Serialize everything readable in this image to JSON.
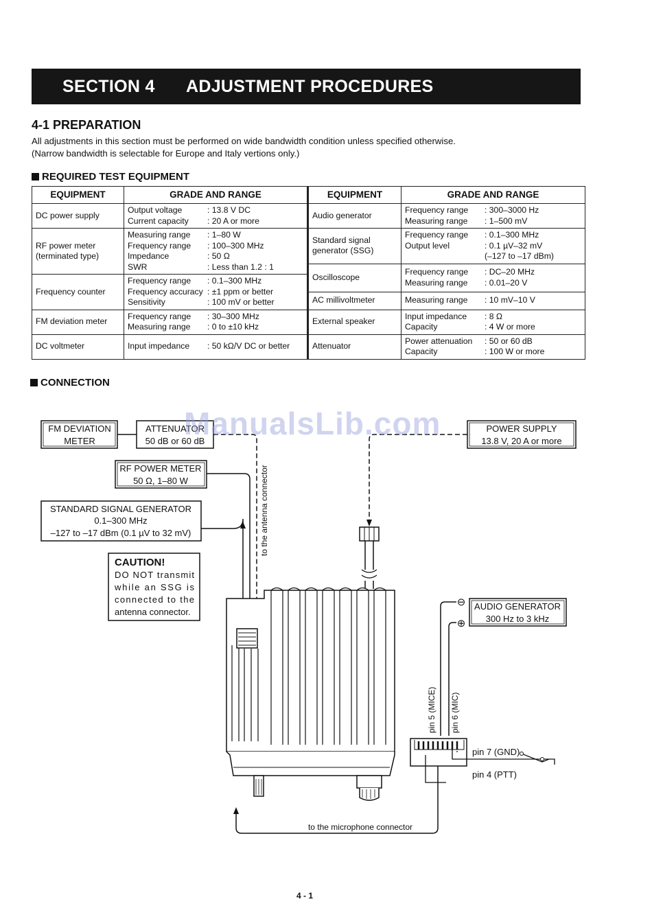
{
  "header": {
    "section": "SECTION 4",
    "title": "ADJUSTMENT PROCEDURES"
  },
  "preparation": {
    "heading": "4-1 PREPARATION",
    "line1": "All adjustments in this section must be performed on wide bandwidth condition unless specified otherwise.",
    "line2": "(Narrow bandwidth is selectable for Europe and Italy vertions only.)"
  },
  "equipment": {
    "heading": "REQUIRED TEST EQUIPMENT",
    "col_equipment": "EQUIPMENT",
    "col_grade": "GRADE AND RANGE",
    "left": [
      {
        "name": [
          "DC power supply"
        ],
        "specs": [
          [
            "Output voltage",
            ": 13.8 V DC"
          ],
          [
            "Current capacity",
            ": 20 A or more"
          ]
        ]
      },
      {
        "name": [
          "RF power meter",
          "(terminated type)"
        ],
        "specs": [
          [
            "Measuring range",
            ": 1–80 W"
          ],
          [
            "Frequency range",
            ": 100–300 MHz"
          ],
          [
            "Impedance",
            ": 50 Ω"
          ],
          [
            "SWR",
            ": Less than 1.2 : 1"
          ]
        ]
      },
      {
        "name": [
          "Frequency counter"
        ],
        "specs": [
          [
            "Frequency range",
            ": 0.1–300 MHz"
          ],
          [
            "Frequency accuracy",
            ": ±1 ppm or better"
          ],
          [
            "Sensitivity",
            ": 100 mV or better"
          ]
        ]
      },
      {
        "name": [
          "FM deviation meter"
        ],
        "specs": [
          [
            "Frequency range",
            ": 30–300 MHz"
          ],
          [
            "Measuring range",
            ": 0 to ±10 kHz"
          ]
        ]
      },
      {
        "name": [
          "DC voltmeter"
        ],
        "specs": [
          [
            "Input impedance",
            ": 50 kΩ/V DC or better"
          ]
        ]
      }
    ],
    "right": [
      {
        "name": [
          "Audio generator"
        ],
        "specs": [
          [
            "Frequency range",
            ": 300–3000 Hz"
          ],
          [
            "Measuring range",
            ": 1–500 mV"
          ]
        ]
      },
      {
        "name": [
          "Standard signal",
          "generator (SSG)"
        ],
        "specs": [
          [
            "Frequency range",
            ": 0.1–300 MHz"
          ],
          [
            "Output level",
            ": 0.1 µV–32 mV"
          ],
          [
            "",
            "(–127 to –17 dBm)"
          ]
        ]
      },
      {
        "name": [
          "Oscilloscope"
        ],
        "specs": [
          [
            "Frequency range",
            ": DC–20 MHz"
          ],
          [
            "Measuring range",
            ": 0.01–20 V"
          ]
        ]
      },
      {
        "name": [
          "AC millivoltmeter"
        ],
        "specs": [
          [
            "Measuring range",
            ": 10 mV–10 V"
          ]
        ]
      },
      {
        "name": [
          "External speaker"
        ],
        "specs": [
          [
            "Input impedance",
            ": 8 Ω"
          ],
          [
            "Capacity",
            ": 4 W or more"
          ]
        ]
      },
      {
        "name": [
          "Attenuator"
        ],
        "specs": [
          [
            "Power attenuation",
            ": 50 or 60 dB"
          ],
          [
            "Capacity",
            ": 100 W or more"
          ]
        ]
      }
    ]
  },
  "connection": {
    "heading": "CONNECTION",
    "fm_deviation": [
      "FM DEVIATION",
      "METER"
    ],
    "attenuator": [
      "ATTENUATOR",
      "50 dB or 60 dB"
    ],
    "power_supply": [
      "POWER SUPPLY",
      "13.8 V, 20 A or more"
    ],
    "rf_meter": [
      "RF POWER METER",
      "50 Ω, 1–80 W"
    ],
    "ssg": [
      "STANDARD SIGNAL GENERATOR",
      "0.1–300 MHz",
      "–127 to –17 dBm (0.1 µV to 32 mV)"
    ],
    "caution_title": "CAUTION!",
    "caution_lines": [
      "DO NOT transmit",
      "while an SSG is",
      "connected to the",
      "antenna connector."
    ],
    "antenna_label": "to the antenna connector",
    "audio_gen": [
      "AUDIO GENERATOR",
      "300 Hz to 3 kHz"
    ],
    "minus": "⊖",
    "plus": "⊕",
    "pin5": "pin 5 (MICE)",
    "pin6": "pin 6 (MIC)",
    "pin7": "pin 7 (GND)",
    "pin4": "pin 4 (PTT)",
    "mic_label": "to the microphone connector"
  },
  "watermark": "ManualsLib.com",
  "page_number": "4 - 1"
}
